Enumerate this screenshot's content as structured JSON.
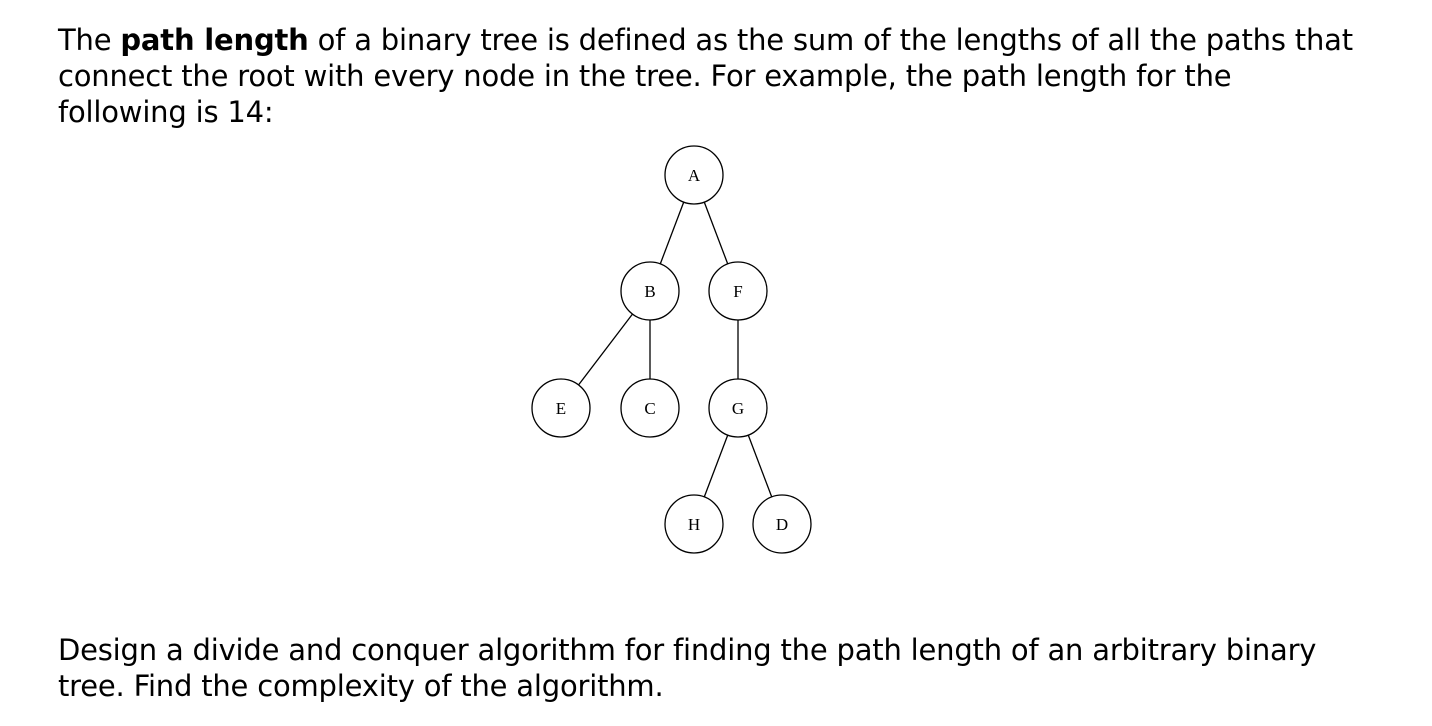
{
  "intro": {
    "before_bold": "The ",
    "bold_term": "path length",
    "after_bold": " of a binary tree is defined as the sum of the lengths of all the paths that connect the root with every node in the tree. For example, the path length for the following is 14:"
  },
  "tree": {
    "nodes": [
      {
        "id": "A",
        "label": "A"
      },
      {
        "id": "B",
        "label": "B"
      },
      {
        "id": "F",
        "label": "F"
      },
      {
        "id": "E",
        "label": "E"
      },
      {
        "id": "C",
        "label": "C"
      },
      {
        "id": "G",
        "label": "G"
      },
      {
        "id": "H",
        "label": "H"
      },
      {
        "id": "D",
        "label": "D"
      }
    ],
    "edges": [
      [
        "A",
        "B"
      ],
      [
        "A",
        "F"
      ],
      [
        "B",
        "E"
      ],
      [
        "B",
        "C"
      ],
      [
        "F",
        "G"
      ],
      [
        "G",
        "H"
      ],
      [
        "G",
        "D"
      ]
    ]
  },
  "question": {
    "text": "Design a divide and conquer algorithm for finding the path length of an arbitrary binary tree. Find the complexity of the algorithm."
  }
}
